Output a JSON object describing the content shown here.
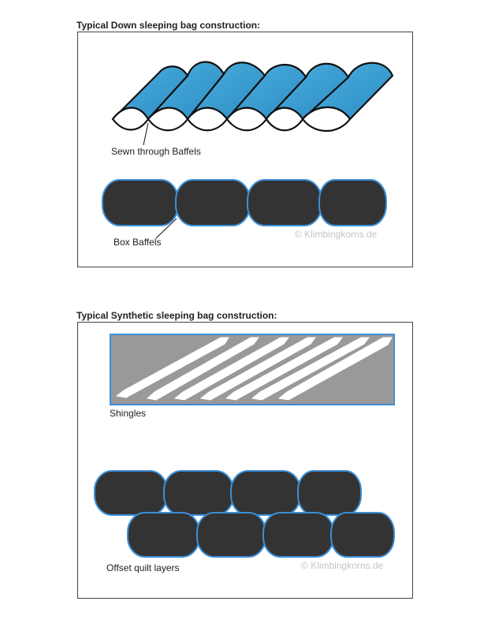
{
  "down_section": {
    "title": "Typical Down sleeping bag construction:",
    "sewn_label": "Sewn through Baffels",
    "box_label": "Box Baffels",
    "watermark": "© Klimbingkorns.de"
  },
  "synthetic_section": {
    "title": "Typical Synthetic sleeping bag construction:",
    "shingles_label": "Shingles",
    "offset_label": "Offset quilt layers",
    "watermark": "© Klimbingkorns.de"
  },
  "colors": {
    "baffle_blue": "#3399cc",
    "fill_dark": "#333333",
    "outline_blue": "#3a8fd8",
    "shingle_gray": "#999999"
  }
}
